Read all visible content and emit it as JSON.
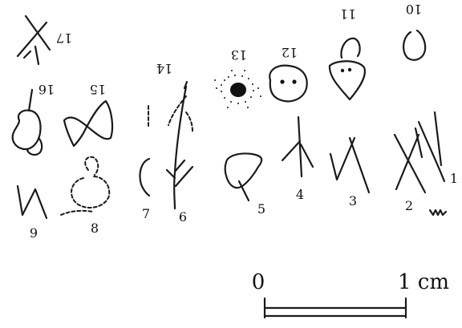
{
  "figure": {
    "sign_numbers": [
      "1",
      "2",
      "3",
      "4",
      "5",
      "6",
      "7",
      "8",
      "9",
      "10",
      "11",
      "12",
      "13",
      "14",
      "15",
      "16",
      "17"
    ],
    "scale_bar": {
      "start_label": "0",
      "end_label": "1 cm"
    },
    "ink": "#1a1a1a"
  }
}
